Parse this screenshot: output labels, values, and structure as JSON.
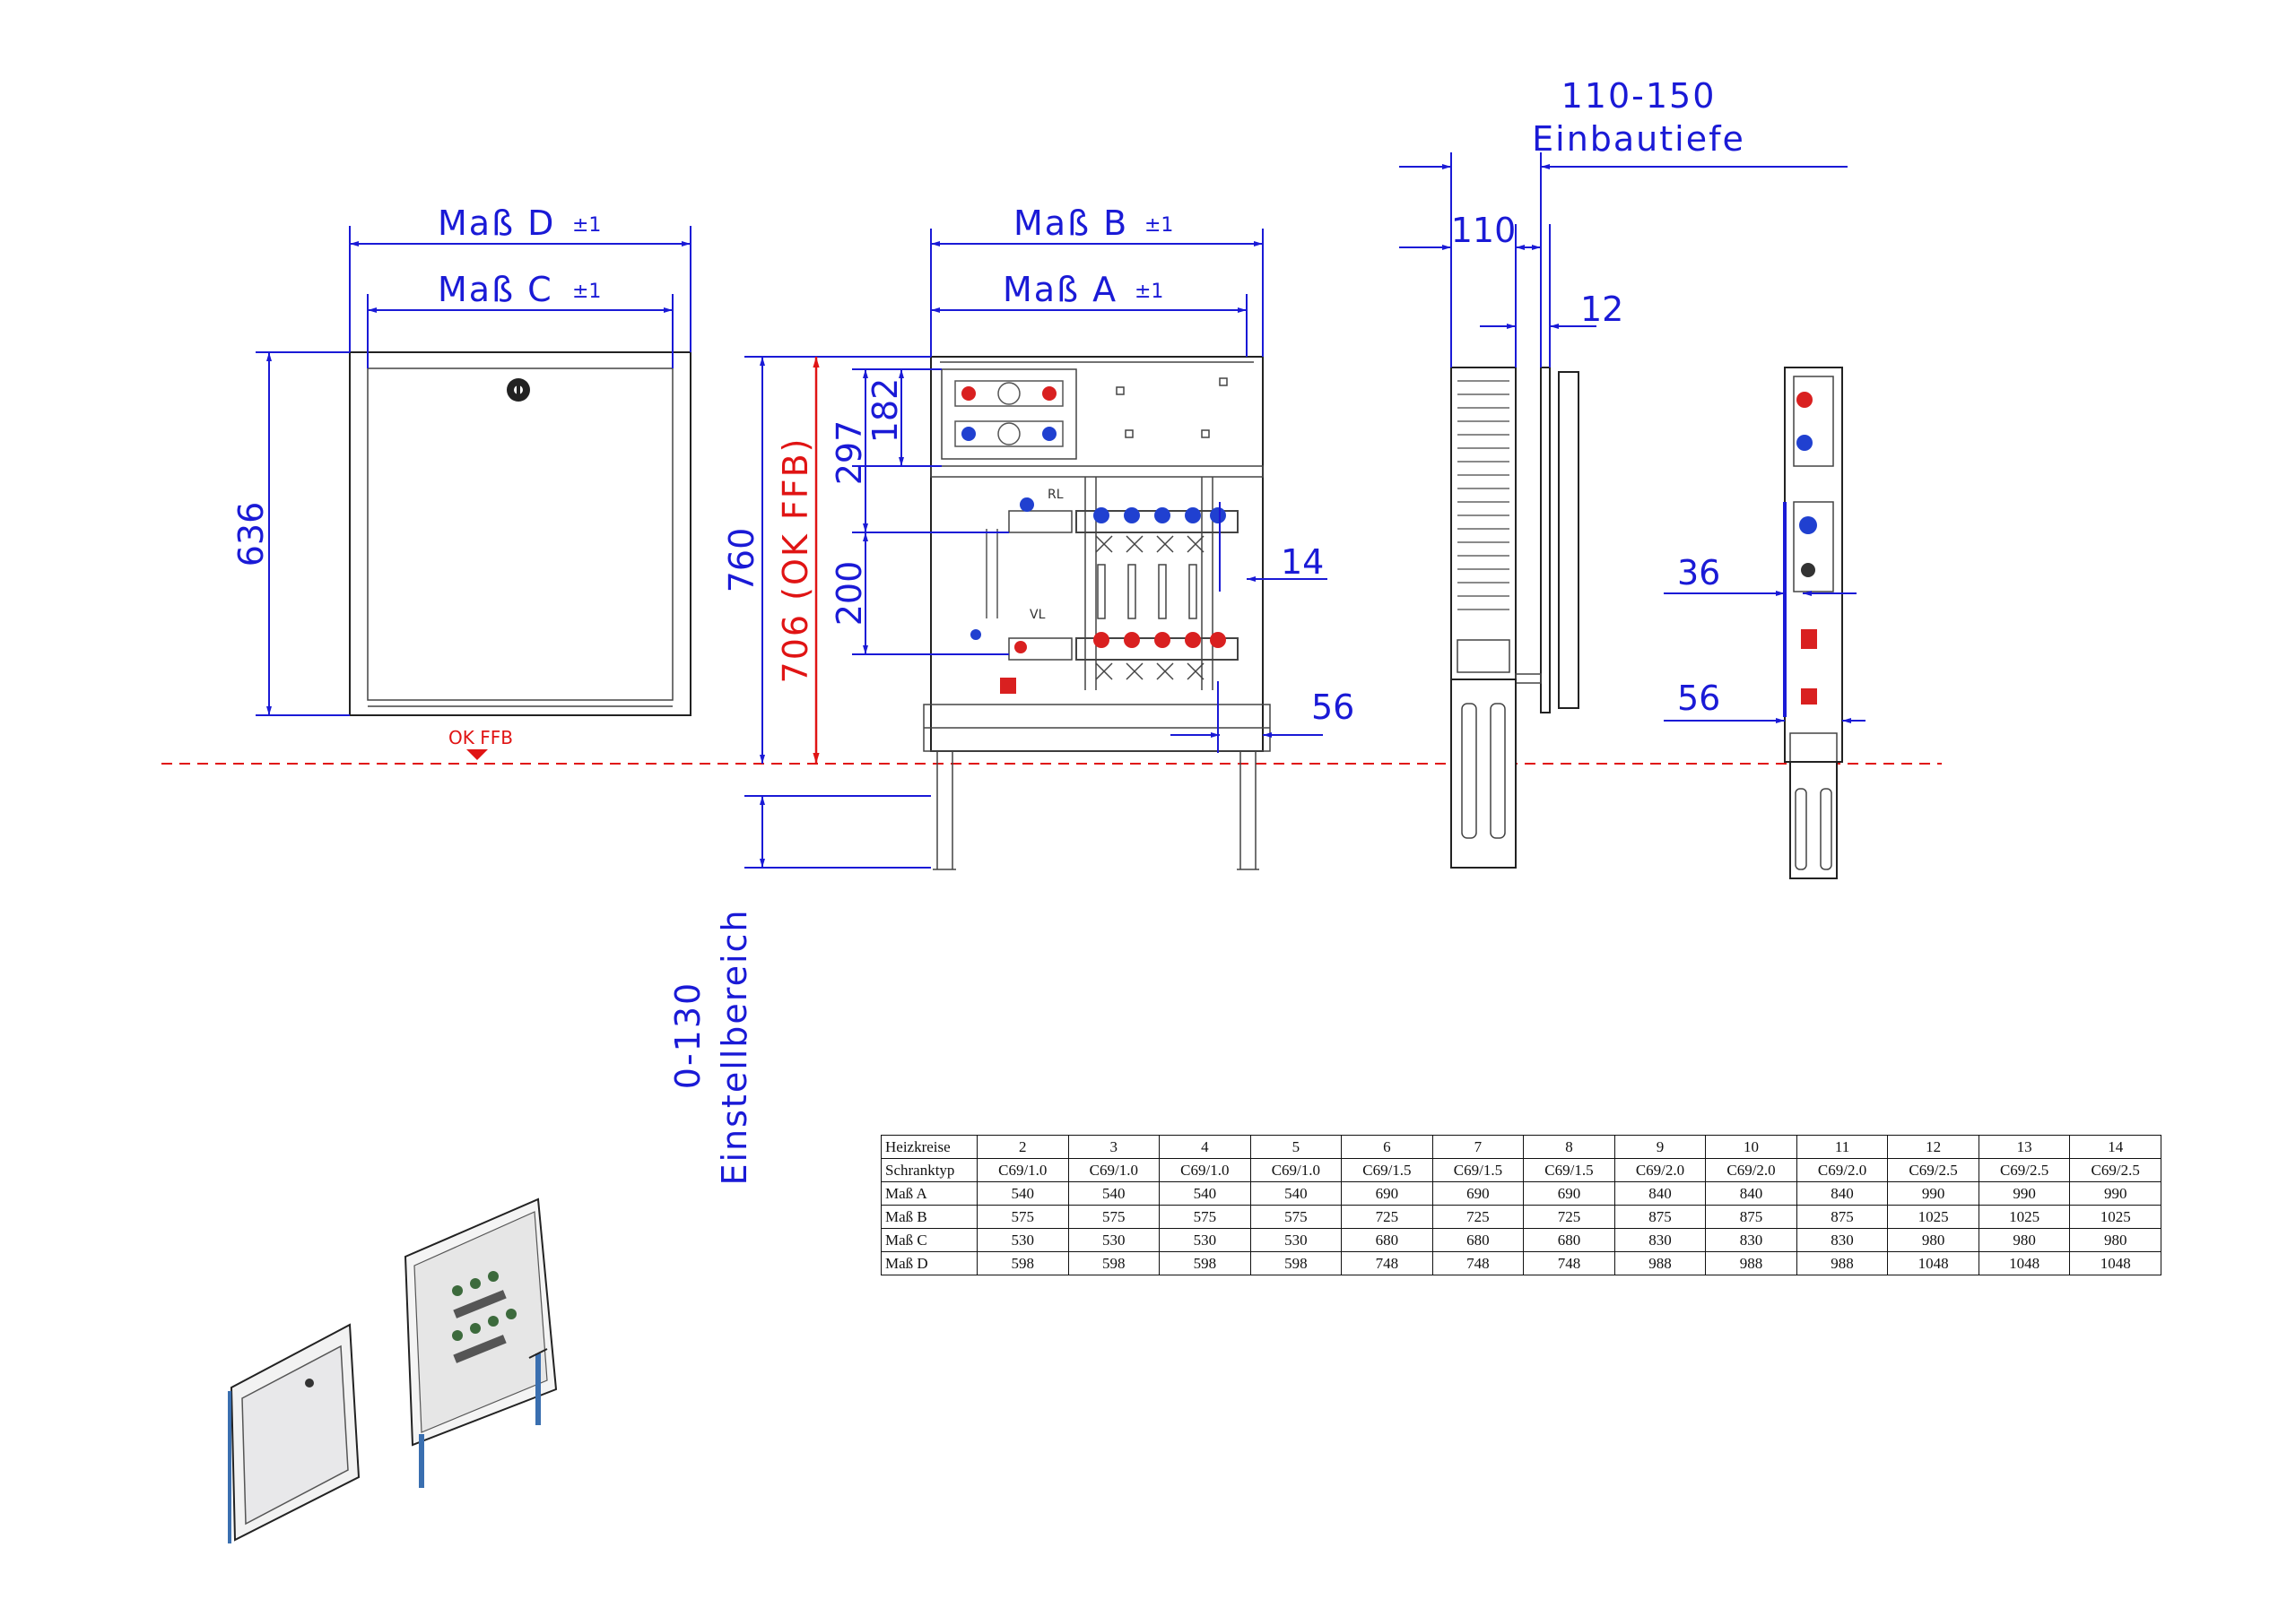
{
  "front_view": {
    "dim_d": "Maß D",
    "dim_d_tol": "±1",
    "dim_c": "Maß C",
    "dim_c_tol": "±1",
    "height": "636",
    "floor_label": "OK FFB"
  },
  "open_view": {
    "dim_b": "Maß B",
    "dim_b_tol": "±1",
    "dim_a": "Maß A",
    "dim_a_tol": "±1",
    "height_total": "760",
    "height_ffb": "706 (OK FFB)",
    "dim_297": "297",
    "dim_182": "182",
    "dim_200": "200",
    "dim_14": "14",
    "dim_56": "56",
    "adjust_range": "0-130",
    "adjust_label": "Einstellbereich",
    "label_rl": "RL",
    "label_vl": "VL"
  },
  "side_view": {
    "depth_range": "110-150",
    "depth_label": "Einbautiefe",
    "dim_110": "110",
    "dim_12": "12"
  },
  "side_view_2": {
    "dim_36": "36",
    "dim_56": "56"
  },
  "table": {
    "rows": [
      {
        "label": "Heizkreise",
        "values": [
          "2",
          "3",
          "4",
          "5",
          "6",
          "7",
          "8",
          "9",
          "10",
          "11",
          "12",
          "13",
          "14"
        ]
      },
      {
        "label": "Schranktyp",
        "values": [
          "C69/1.0",
          "C69/1.0",
          "C69/1.0",
          "C69/1.0",
          "C69/1.5",
          "C69/1.5",
          "C69/1.5",
          "C69/2.0",
          "C69/2.0",
          "C69/2.0",
          "C69/2.5",
          "C69/2.5",
          "C69/2.5"
        ]
      },
      {
        "label": "Maß A",
        "values": [
          "540",
          "540",
          "540",
          "540",
          "690",
          "690",
          "690",
          "840",
          "840",
          "840",
          "990",
          "990",
          "990"
        ]
      },
      {
        "label": "Maß B",
        "values": [
          "575",
          "575",
          "575",
          "575",
          "725",
          "725",
          "725",
          "875",
          "875",
          "875",
          "1025",
          "1025",
          "1025"
        ]
      },
      {
        "label": "Maß C",
        "values": [
          "530",
          "530",
          "530",
          "530",
          "680",
          "680",
          "680",
          "830",
          "830",
          "830",
          "980",
          "980",
          "980"
        ]
      },
      {
        "label": "Maß D",
        "values": [
          "598",
          "598",
          "598",
          "598",
          "748",
          "748",
          "748",
          "988",
          "988",
          "988",
          "1048",
          "1048",
          "1048"
        ]
      }
    ]
  }
}
